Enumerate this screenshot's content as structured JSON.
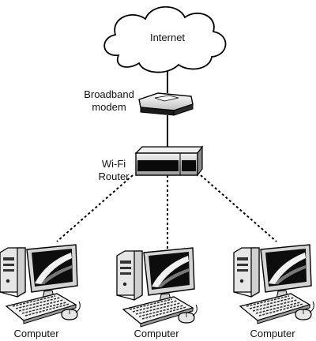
{
  "cloud": {
    "label": "Internet"
  },
  "modem": {
    "label_line1": "Broadband",
    "label_line2": "modem"
  },
  "router": {
    "label_line1": "Wi-Fi",
    "label_line2": "Router"
  },
  "computers": [
    {
      "label": "Computer"
    },
    {
      "label": "Computer"
    },
    {
      "label": "Computer"
    }
  ],
  "links": [
    {
      "from": "internet",
      "to": "modem",
      "style": "solid"
    },
    {
      "from": "modem",
      "to": "router",
      "style": "solid"
    },
    {
      "from": "router",
      "to": "computer-1",
      "style": "dotted"
    },
    {
      "from": "router",
      "to": "computer-2",
      "style": "dotted"
    },
    {
      "from": "router",
      "to": "computer-3",
      "style": "dotted"
    }
  ],
  "colors": {
    "line": "#000000",
    "device_dark": "#111111",
    "device_light": "#e8e8e8"
  }
}
